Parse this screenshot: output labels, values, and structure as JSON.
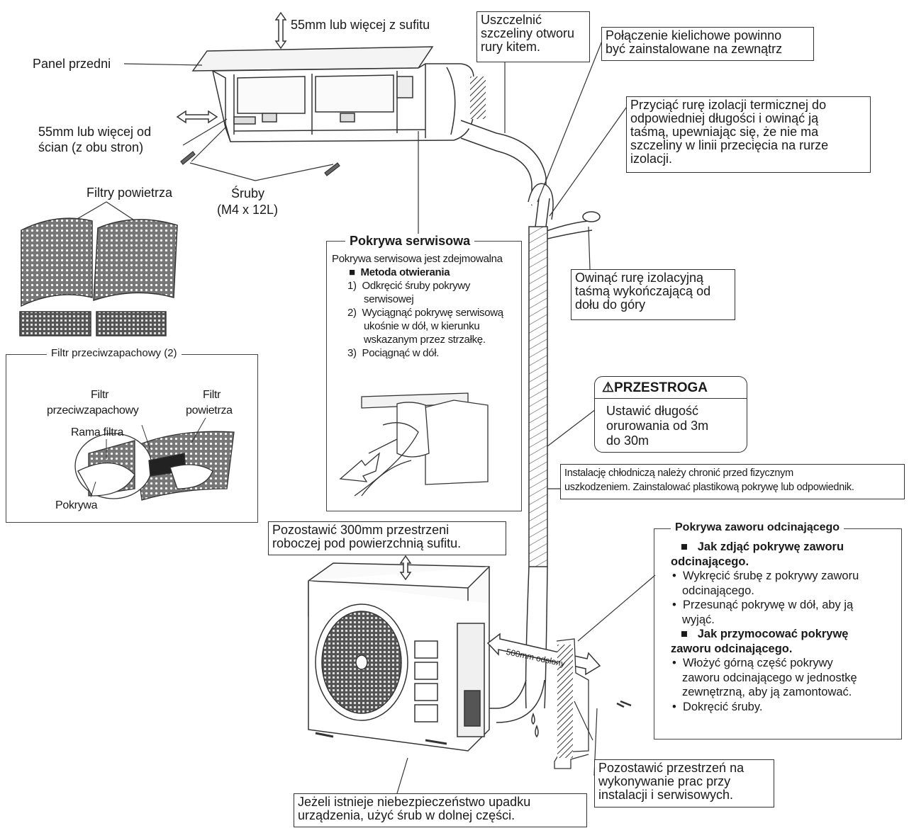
{
  "labels": {
    "ceiling_clearance": "55mm lub więcej z sufitu",
    "front_panel": "Panel przedni",
    "wall_clearance": [
      "55mm lub więcej od",
      "ścian (z obu stron)"
    ],
    "screws": [
      "Śruby",
      "(M4 x 12L)"
    ],
    "air_filters": "Filtry powietrza",
    "pipe_clearance": "500mm odsłony"
  },
  "seal_note": [
    "Uszczelnić",
    "szczeliny otworu",
    "rury kitem."
  ],
  "flare_note": [
    "Połączenie kielichowe powinno",
    "być zainstalowane na zewnątrz"
  ],
  "insulation_note": [
    "Przyciąć rurę izolacji termicznej do",
    "odpowiedniej długości i owinąć ją",
    "taśmą, upewniając się, że nie ma",
    "szczeliny w linii przecięcia na rurze",
    "izolacji."
  ],
  "wrap_note": [
    "Owinąć rurę izolacyjną",
    "taśmą wykończającą od",
    "dołu do góry"
  ],
  "deodorizing": {
    "title": "Filtr przeciwzapachowy (2)",
    "filter_deo": [
      "Filtr",
      "przeciwzapachowy"
    ],
    "air_filter": [
      "Filtr",
      "powietrza"
    ],
    "frame": "Rama filtra",
    "cover": "Pokrywa"
  },
  "service_cover": {
    "title": "Pokrywa serwisowa",
    "removable": "Pokrywa serwisowa jest zdejmowalna",
    "method": "Metoda otwierania",
    "steps": [
      [
        "1)",
        "Odkręcić śruby pokrywy",
        "serwisowej"
      ],
      [
        "2)",
        "Wyciągnąć pokrywę serwisową",
        "ukośnie w dół, w kierunku",
        "wskazanym przez strzałkę."
      ],
      [
        "3)",
        "Pociągnąć w dół."
      ]
    ]
  },
  "caution": {
    "title": "PRZESTROGA",
    "text": [
      "Ustawić długość",
      "orurowania od 3m",
      "do 30m"
    ]
  },
  "protect_note": [
    "Instalację chłodniczą należy chronić przed fizycznym",
    "uszkodzeniem. Zainstalować plastikową pokrywę lub odpowiednik."
  ],
  "clearance_note": [
    "Pozostawić 300mm przestrzeni",
    "roboczej pod powierzchnią sufitu."
  ],
  "valve_cover": {
    "title": "Pokrywa zaworu odcinającego",
    "remove_heading": [
      "Jak zdjąć pokrywę zaworu",
      "odcinającego."
    ],
    "remove_steps": [
      [
        "Wykręcić śrubę z pokrywy zaworu",
        "odcinającego."
      ],
      [
        "Przesunąć pokrywę w dół, aby ją",
        "wyjąć."
      ]
    ],
    "attach_heading": [
      "Jak przymocować pokrywę",
      "zaworu odcinającego."
    ],
    "attach_steps": [
      [
        "Włożyć górną część pokrywy",
        "zaworu odcinającego w jednostkę",
        "zewnętrzną, aby ją zamontować."
      ],
      [
        "Dokręcić śruby."
      ]
    ]
  },
  "service_space_note": [
    "Pozostawić przestrzeń na",
    "wykonywanie prac przy",
    "instalacji i serwisowych."
  ],
  "fall_note": [
    "Jeżeli istnieje niebezpieczeństwo upadku",
    "urządzenia, użyć śrub w dolnej części."
  ]
}
